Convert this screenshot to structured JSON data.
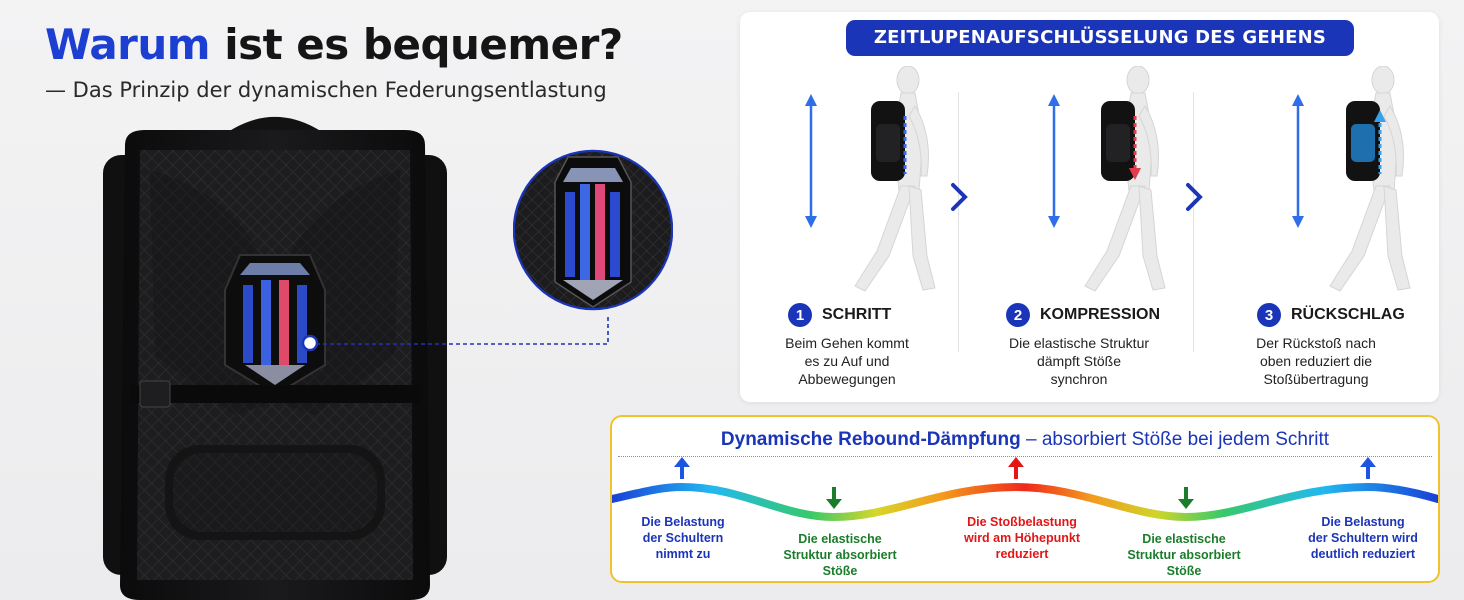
{
  "headline": {
    "accent": "Warum",
    "rest": "ist es bequemer?"
  },
  "subhead": "— Das Prinzip der dynamischen Federungsentlastung",
  "walk_panel": {
    "title": "ZEITLUPENAUFSCHLÜSSELUNG DES GEHENS",
    "steps": [
      {
        "num": "1",
        "label": "SCHRITT",
        "desc": [
          "Beim Gehen kommt",
          "es zu Auf und",
          "Abbewegungen"
        ]
      },
      {
        "num": "2",
        "label": "KOMPRESSION",
        "desc": [
          "Die elastische Struktur",
          "dämpft Stöße",
          "synchron"
        ]
      },
      {
        "num": "3",
        "label": "RÜCKSCHLAG",
        "desc": [
          "Der Rückstoß nach",
          "oben reduziert die",
          "Stoßübertragung"
        ]
      }
    ]
  },
  "rebound_panel": {
    "title_strong": "Dynamische Rebound-Dämpfung",
    "title_light": " – absorbiert Stöße bei jedem Schritt",
    "annotations": [
      {
        "lines": [
          "Die Belastung",
          "der Schultern",
          "nimmt zu"
        ],
        "color": "blue",
        "arrow": "up"
      },
      {
        "lines": [
          "Die elastische",
          "Struktur absorbiert",
          "Stöße"
        ],
        "color": "green",
        "arrow": "down"
      },
      {
        "lines": [
          "Die Stoßbelastung",
          "wird am Höhepunkt",
          "reduziert"
        ],
        "color": "red",
        "arrow": "up"
      },
      {
        "lines": [
          "Die elastische",
          "Struktur absorbiert",
          "Stöße"
        ],
        "color": "green",
        "arrow": "down"
      },
      {
        "lines": [
          "Die Belastung",
          "der Schultern wird",
          "deutlich reduziert"
        ],
        "color": "blue",
        "arrow": "up"
      }
    ]
  },
  "colors": {
    "brand_blue": "#1b35b9",
    "accent_blue": "#1c3fd1",
    "green": "#1b7d2c",
    "red": "#e31616",
    "panel_border": "#f0c22e"
  },
  "icons": [
    "backpack-illustration",
    "spring-module-zoom",
    "walking-figure",
    "chevron-right-icon",
    "arrow-up-icon",
    "arrow-down-icon"
  ]
}
